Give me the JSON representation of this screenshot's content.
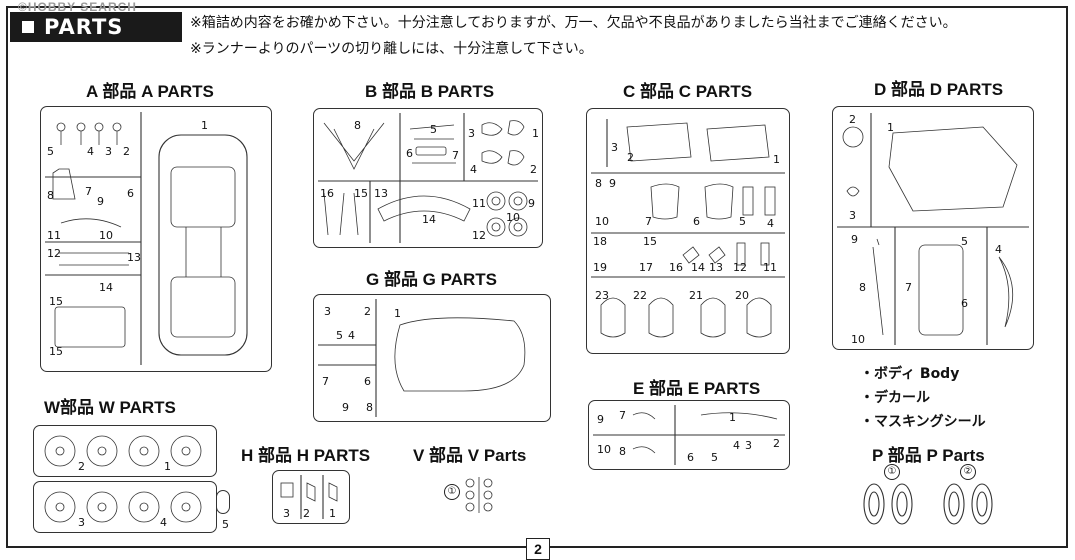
{
  "watermark": "©HOBBY SEARCH",
  "title": "PARTS LIST",
  "notice": [
    "※箱詰め内容をお確かめ下さい。十分注意しておりますが、万一、欠品や不良品がありましたら当社までご連絡ください。",
    "※ランナーよりのパーツの切り離しには、十分注意して下さい。"
  ],
  "sections": {
    "a": "A 部品 A PARTS",
    "b": "B 部品 B PARTS",
    "c": "C 部品 C PARTS",
    "d": "D 部品 D PARTS",
    "g": "G 部品 G PARTS",
    "e": "E 部品 E PARTS",
    "w": "W部品 W PARTS",
    "h": "H 部品 H PARTS",
    "v": "V 部品 V Parts",
    "p": "P 部品 P Parts"
  },
  "contents_list": [
    "・ボディ Body",
    "・デカール",
    "・マスキングシール"
  ],
  "p_labels": [
    "①",
    "②"
  ],
  "v_label": "①",
  "page_number": "2"
}
